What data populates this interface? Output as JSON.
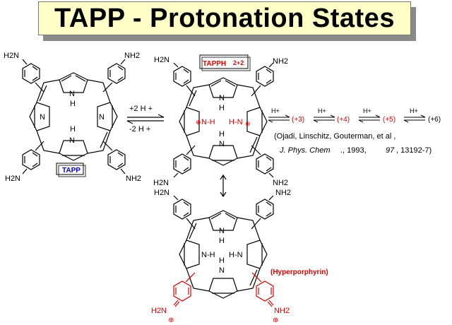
{
  "title": "TAPP - Protonation States",
  "labels": {
    "tapp": "TAPP",
    "tapph": "TAPPH",
    "tapph_charge": "2+2",
    "hyper": "(Hyperporphyrin)",
    "plus2h": "+2 H +",
    "minus2h": "-2 H +",
    "hplus": "H+",
    "s3": "(+3)",
    "s4": "(+4)",
    "s5": "(+5)",
    "s6": "(+6)",
    "nh2": "NH2",
    "h2n": "H2N",
    "nh": "N",
    "h": "H",
    "nh_red_left": "N-H",
    "nh_red_right": "H-N",
    "nh_black_left": "N-H",
    "nh_black_right": "H-N",
    "plus": "⊕"
  },
  "reference": {
    "line1": "(Ojadi, Linschitz, Gouterman, et al     ,",
    "line2_journal": "J. Phys. Chem",
    "line2_rest": "., 1993,",
    "line2_vol": "97",
    "line2_pages": ", 13192-7)"
  }
}
